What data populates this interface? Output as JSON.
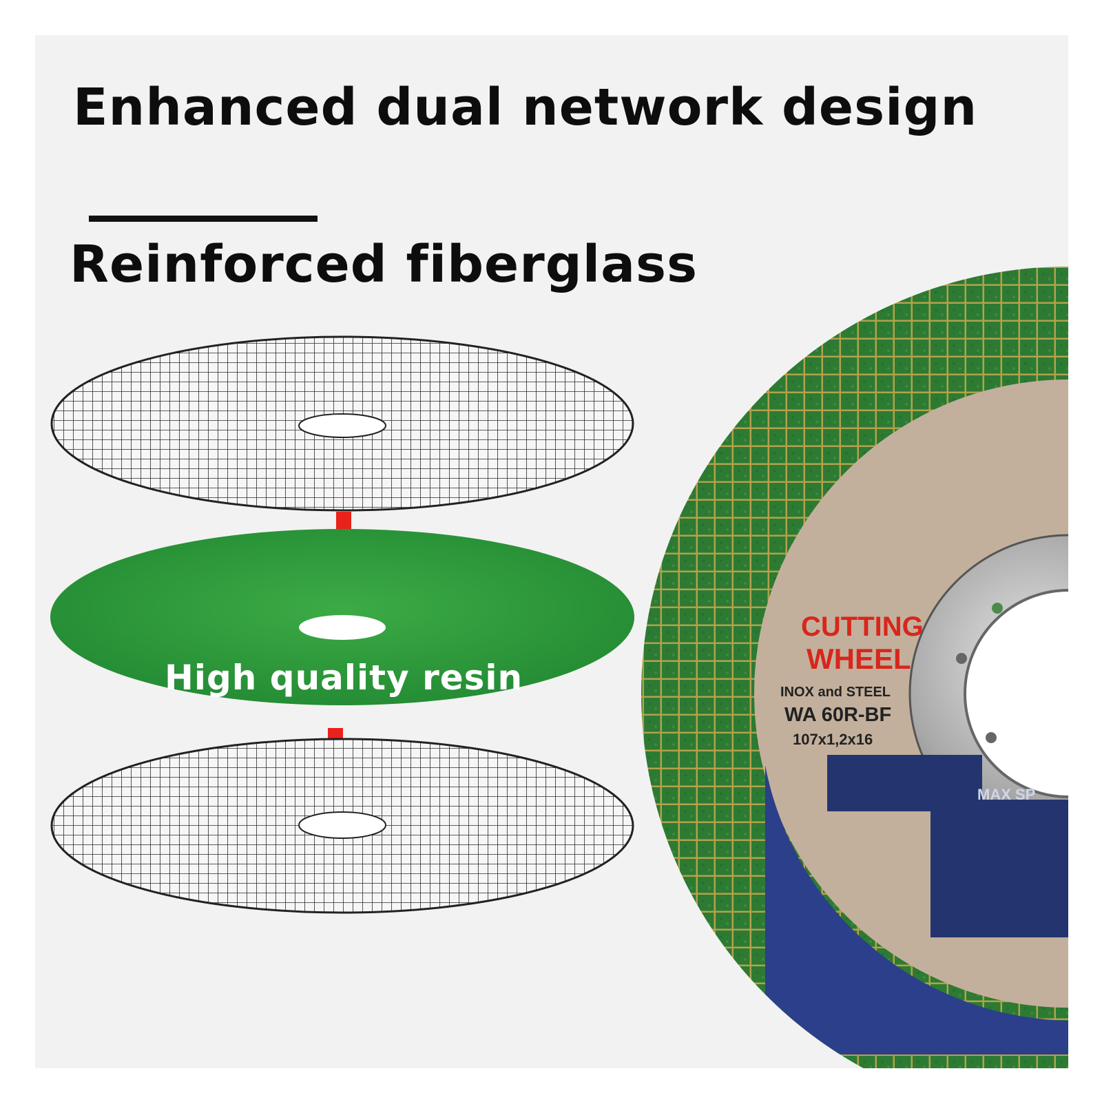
{
  "headline": "Enhanced dual network design",
  "subheadline": "Reinforced fiberglass",
  "resin_label": "High quality resin",
  "wheel_label": {
    "line1": "CUTTING",
    "line2": "WHEEL",
    "line3": "INOX and STEEL",
    "line4": "WA 60R-BF",
    "line5": "107x1,2x16",
    "line6": "MAX SP"
  },
  "colors": {
    "panel": "#f2f2f2",
    "resin_green": "#2f9a3a",
    "arrow_red": "#e8231c",
    "wheel_green": "#2e7a34",
    "label_tan": "#c3b09c",
    "label_blue": "#2c3f8a",
    "redaction_navy": "#24346e"
  },
  "icons": [
    "arrow-down-icon",
    "arrow-down-icon"
  ]
}
